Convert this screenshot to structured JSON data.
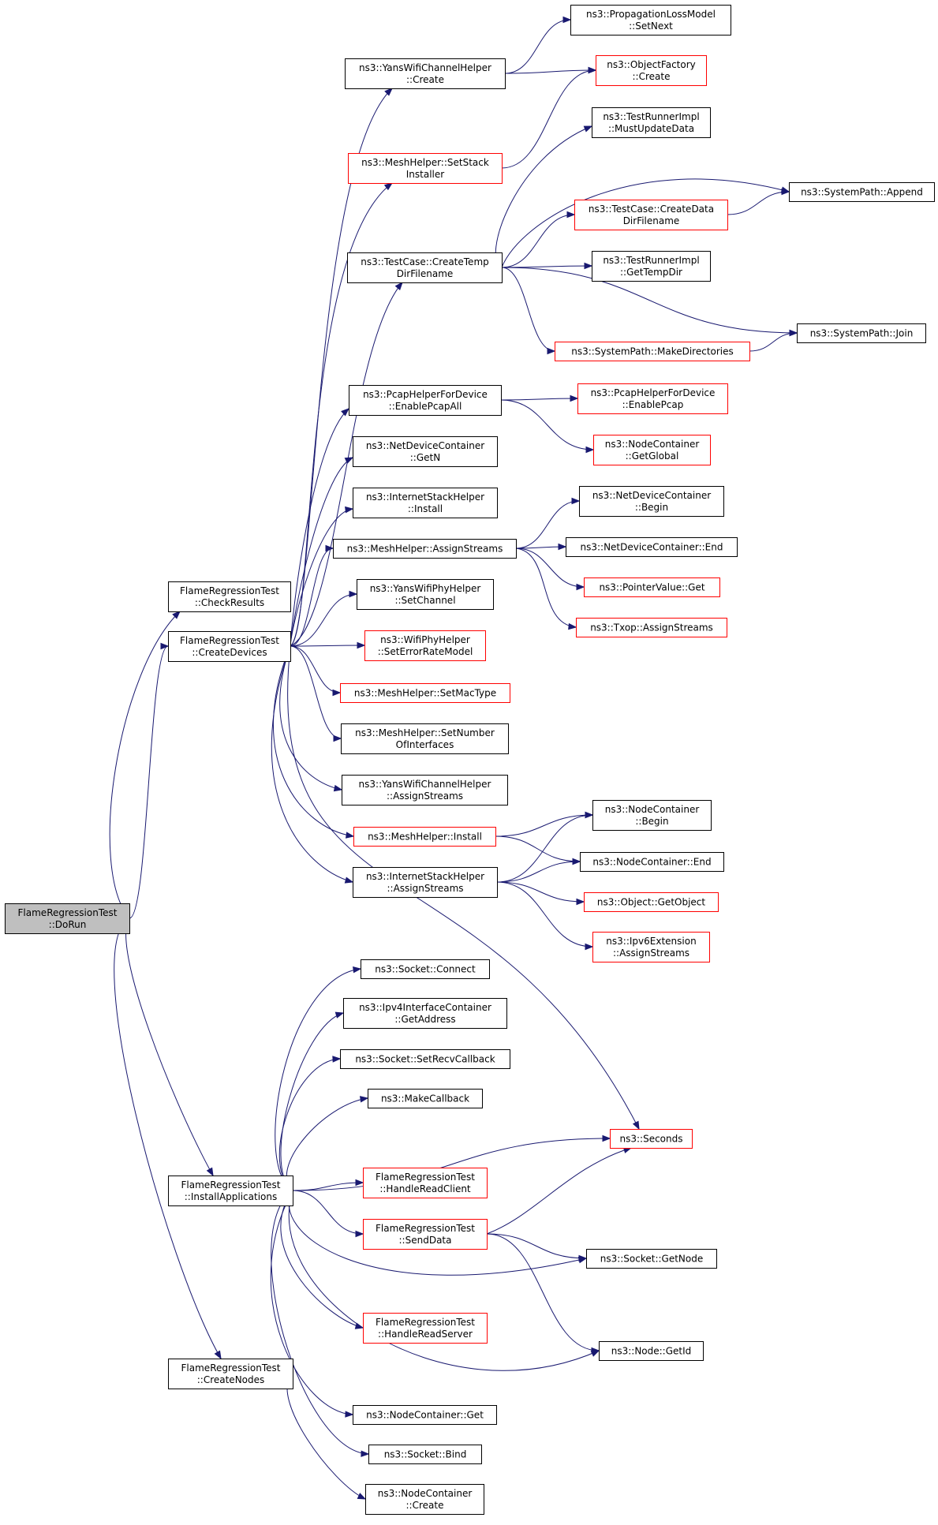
{
  "colors": {
    "edge": "#191970",
    "border_normal": "#000000",
    "border_red": "#ff0000",
    "root_fill": "#bfbfbf",
    "node_fill": "#ffffff"
  },
  "nodes": {
    "dorun": {
      "lines": [
        "FlameRegressionTest",
        "::DoRun"
      ],
      "style": "root"
    },
    "checkresults": {
      "lines": [
        "FlameRegressionTest",
        "::CheckResults"
      ],
      "style": "normal"
    },
    "createdevices": {
      "lines": [
        "FlameRegressionTest",
        "::CreateDevices"
      ],
      "style": "normal"
    },
    "installapps": {
      "lines": [
        "FlameRegressionTest",
        "::InstallApplications"
      ],
      "style": "normal"
    },
    "createnodes": {
      "lines": [
        "FlameRegressionTest",
        "::CreateNodes"
      ],
      "style": "normal"
    },
    "yanschcreate": {
      "lines": [
        "ns3::YansWifiChannelHelper",
        "::Create"
      ],
      "style": "normal"
    },
    "meshsetstack": {
      "lines": [
        "ns3::MeshHelper::SetStack",
        "Installer"
      ],
      "style": "red"
    },
    "createtempdir": {
      "lines": [
        "ns3::TestCase::CreateTemp",
        "DirFilename"
      ],
      "style": "normal"
    },
    "pcapall": {
      "lines": [
        "ns3::PcapHelperForDevice",
        "::EnablePcapAll"
      ],
      "style": "normal"
    },
    "ndcgetn": {
      "lines": [
        "ns3::NetDeviceContainer",
        "::GetN"
      ],
      "style": "normal"
    },
    "ishinstall": {
      "lines": [
        "ns3::InternetStackHelper",
        "::Install"
      ],
      "style": "normal"
    },
    "meshassign": {
      "lines": [
        "ns3::MeshHelper::AssignStreams"
      ],
      "style": "normal"
    },
    "yanssetch": {
      "lines": [
        "ns3::YansWifiPhyHelper",
        "::SetChannel"
      ],
      "style": "normal"
    },
    "wifiseterr": {
      "lines": [
        "ns3::WifiPhyHelper",
        "::SetErrorRateModel"
      ],
      "style": "red"
    },
    "meshsetmac": {
      "lines": [
        "ns3::MeshHelper::SetMacType"
      ],
      "style": "red"
    },
    "meshsetnum": {
      "lines": [
        "ns3::MeshHelper::SetNumber",
        "OfInterfaces"
      ],
      "style": "normal"
    },
    "yanschassign": {
      "lines": [
        "ns3::YansWifiChannelHelper",
        "::AssignStreams"
      ],
      "style": "normal"
    },
    "meshinstall": {
      "lines": [
        "ns3::MeshHelper::Install"
      ],
      "style": "red"
    },
    "ishassign": {
      "lines": [
        "ns3::InternetStackHelper",
        "::AssignStreams"
      ],
      "style": "normal"
    },
    "propsetnext": {
      "lines": [
        "ns3::PropagationLossModel",
        "::SetNext"
      ],
      "style": "normal"
    },
    "objfcreate": {
      "lines": [
        "ns3::ObjectFactory",
        "::Create"
      ],
      "style": "red"
    },
    "trmustupdate": {
      "lines": [
        "ns3::TestRunnerImpl",
        "::MustUpdateData"
      ],
      "style": "normal"
    },
    "spappend": {
      "lines": [
        "ns3::SystemPath::Append"
      ],
      "style": "normal"
    },
    "tccreatedata": {
      "lines": [
        "ns3::TestCase::CreateData",
        "DirFilename"
      ],
      "style": "red"
    },
    "trgettemp": {
      "lines": [
        "ns3::TestRunnerImpl",
        "::GetTempDir"
      ],
      "style": "normal"
    },
    "spjoin": {
      "lines": [
        "ns3::SystemPath::Join"
      ],
      "style": "normal"
    },
    "spmakedirs": {
      "lines": [
        "ns3::SystemPath::MakeDirectories"
      ],
      "style": "red"
    },
    "pcapenable": {
      "lines": [
        "ns3::PcapHelperForDevice",
        "::EnablePcap"
      ],
      "style": "red"
    },
    "ncglobal": {
      "lines": [
        "ns3::NodeContainer",
        "::GetGlobal"
      ],
      "style": "red"
    },
    "ndcbegin": {
      "lines": [
        "ns3::NetDeviceContainer",
        "::Begin"
      ],
      "style": "normal"
    },
    "ndcend": {
      "lines": [
        "ns3::NetDeviceContainer::End"
      ],
      "style": "normal"
    },
    "pvget": {
      "lines": [
        "ns3::PointerValue::Get"
      ],
      "style": "red"
    },
    "txopassign": {
      "lines": [
        "ns3::Txop::AssignStreams"
      ],
      "style": "red"
    },
    "ncbegin": {
      "lines": [
        "ns3::NodeContainer",
        "::Begin"
      ],
      "style": "normal"
    },
    "ncend": {
      "lines": [
        "ns3::NodeContainer::End"
      ],
      "style": "normal"
    },
    "objgetobj": {
      "lines": [
        "ns3::Object::GetObject"
      ],
      "style": "red"
    },
    "ipv6ext": {
      "lines": [
        "ns3::Ipv6Extension",
        "::AssignStreams"
      ],
      "style": "red"
    },
    "sockconnect": {
      "lines": [
        "ns3::Socket::Connect"
      ],
      "style": "normal"
    },
    "ipv4getaddr": {
      "lines": [
        "ns3::Ipv4InterfaceContainer",
        "::GetAddress"
      ],
      "style": "normal"
    },
    "socksetrecv": {
      "lines": [
        "ns3::Socket::SetRecvCallback"
      ],
      "style": "normal"
    },
    "makecb": {
      "lines": [
        "ns3::MakeCallback"
      ],
      "style": "normal"
    },
    "seconds": {
      "lines": [
        "ns3::Seconds"
      ],
      "style": "red"
    },
    "handleclient": {
      "lines": [
        "FlameRegressionTest",
        "::HandleReadClient"
      ],
      "style": "red"
    },
    "senddata": {
      "lines": [
        "FlameRegressionTest",
        "::SendData"
      ],
      "style": "red"
    },
    "sockgetnode": {
      "lines": [
        "ns3::Socket::GetNode"
      ],
      "style": "normal"
    },
    "nodegetid": {
      "lines": [
        "ns3::Node::GetId"
      ],
      "style": "normal"
    },
    "handleserver": {
      "lines": [
        "FlameRegressionTest",
        "::HandleReadServer"
      ],
      "style": "red"
    },
    "ncget": {
      "lines": [
        "ns3::NodeContainer::Get"
      ],
      "style": "normal"
    },
    "sockbind": {
      "lines": [
        "ns3::Socket::Bind"
      ],
      "style": "normal"
    },
    "nccreate": {
      "lines": [
        "ns3::NodeContainer",
        "::Create"
      ],
      "style": "normal"
    }
  },
  "edges": [
    [
      "dorun",
      "checkresults"
    ],
    [
      "dorun",
      "createdevices"
    ],
    [
      "dorun",
      "installapps"
    ],
    [
      "dorun",
      "createnodes"
    ],
    [
      "createdevices",
      "yanschcreate"
    ],
    [
      "createdevices",
      "meshsetstack"
    ],
    [
      "createdevices",
      "createtempdir"
    ],
    [
      "createdevices",
      "pcapall"
    ],
    [
      "createdevices",
      "ndcgetn"
    ],
    [
      "createdevices",
      "ishinstall"
    ],
    [
      "createdevices",
      "meshassign"
    ],
    [
      "createdevices",
      "yanssetch"
    ],
    [
      "createdevices",
      "wifiseterr"
    ],
    [
      "createdevices",
      "meshsetmac"
    ],
    [
      "createdevices",
      "meshsetnum"
    ],
    [
      "createdevices",
      "yanschassign"
    ],
    [
      "createdevices",
      "meshinstall"
    ],
    [
      "createdevices",
      "ishassign"
    ],
    [
      "createdevices",
      "seconds"
    ],
    [
      "yanschcreate",
      "propsetnext"
    ],
    [
      "yanschcreate",
      "objfcreate"
    ],
    [
      "meshsetstack",
      "objfcreate"
    ],
    [
      "createtempdir",
      "trmustupdate"
    ],
    [
      "createtempdir",
      "spappend"
    ],
    [
      "createtempdir",
      "tccreatedata"
    ],
    [
      "createtempdir",
      "trgettemp"
    ],
    [
      "createtempdir",
      "spjoin"
    ],
    [
      "createtempdir",
      "spmakedirs"
    ],
    [
      "tccreatedata",
      "spappend"
    ],
    [
      "spmakedirs",
      "spjoin"
    ],
    [
      "pcapall",
      "pcapenable"
    ],
    [
      "pcapall",
      "ncglobal"
    ],
    [
      "meshassign",
      "ndcbegin"
    ],
    [
      "meshassign",
      "ndcend"
    ],
    [
      "meshassign",
      "pvget"
    ],
    [
      "meshassign",
      "txopassign"
    ],
    [
      "meshinstall",
      "ncbegin"
    ],
    [
      "meshinstall",
      "ncend"
    ],
    [
      "ishassign",
      "ncbegin"
    ],
    [
      "ishassign",
      "ncend"
    ],
    [
      "ishassign",
      "objgetobj"
    ],
    [
      "ishassign",
      "ipv6ext"
    ],
    [
      "installapps",
      "sockconnect"
    ],
    [
      "installapps",
      "ipv4getaddr"
    ],
    [
      "installapps",
      "socksetrecv"
    ],
    [
      "installapps",
      "makecb"
    ],
    [
      "installapps",
      "seconds"
    ],
    [
      "installapps",
      "handleclient"
    ],
    [
      "installapps",
      "senddata"
    ],
    [
      "installapps",
      "sockgetnode"
    ],
    [
      "installapps",
      "handleserver"
    ],
    [
      "installapps",
      "nodegetid"
    ],
    [
      "installapps",
      "ncget"
    ],
    [
      "installapps",
      "sockbind"
    ],
    [
      "senddata",
      "seconds"
    ],
    [
      "senddata",
      "sockgetnode"
    ],
    [
      "senddata",
      "nodegetid"
    ],
    [
      "createnodes",
      "nccreate"
    ]
  ]
}
